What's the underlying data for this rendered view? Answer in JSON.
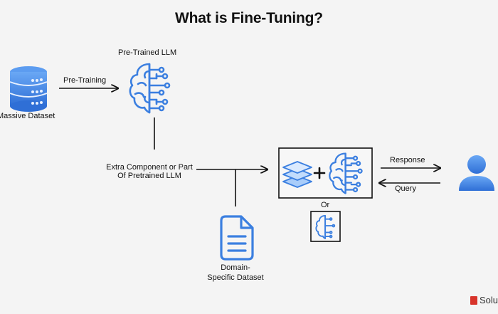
{
  "title": "What is Fine-Tuning?",
  "labels": {
    "massive_dataset": "Massive Dataset",
    "pre_training": "Pre-Training",
    "pretrained_llm": "Pre-Trained LLM",
    "extra_component_line1": "Extra Component or Part",
    "extra_component_line2": "Of Pretrained LLM",
    "domain_dataset_line1": "Domain-",
    "domain_dataset_line2": "Specific Dataset",
    "or": "Or",
    "response": "Response",
    "query": "Query"
  },
  "brand": "Solu",
  "icons": [
    "database-icon",
    "brain-icon",
    "layers-icon",
    "plus-icon",
    "document-icon",
    "user-icon"
  ],
  "colors": {
    "accent": "#3b7fe0",
    "line": "#111111"
  }
}
